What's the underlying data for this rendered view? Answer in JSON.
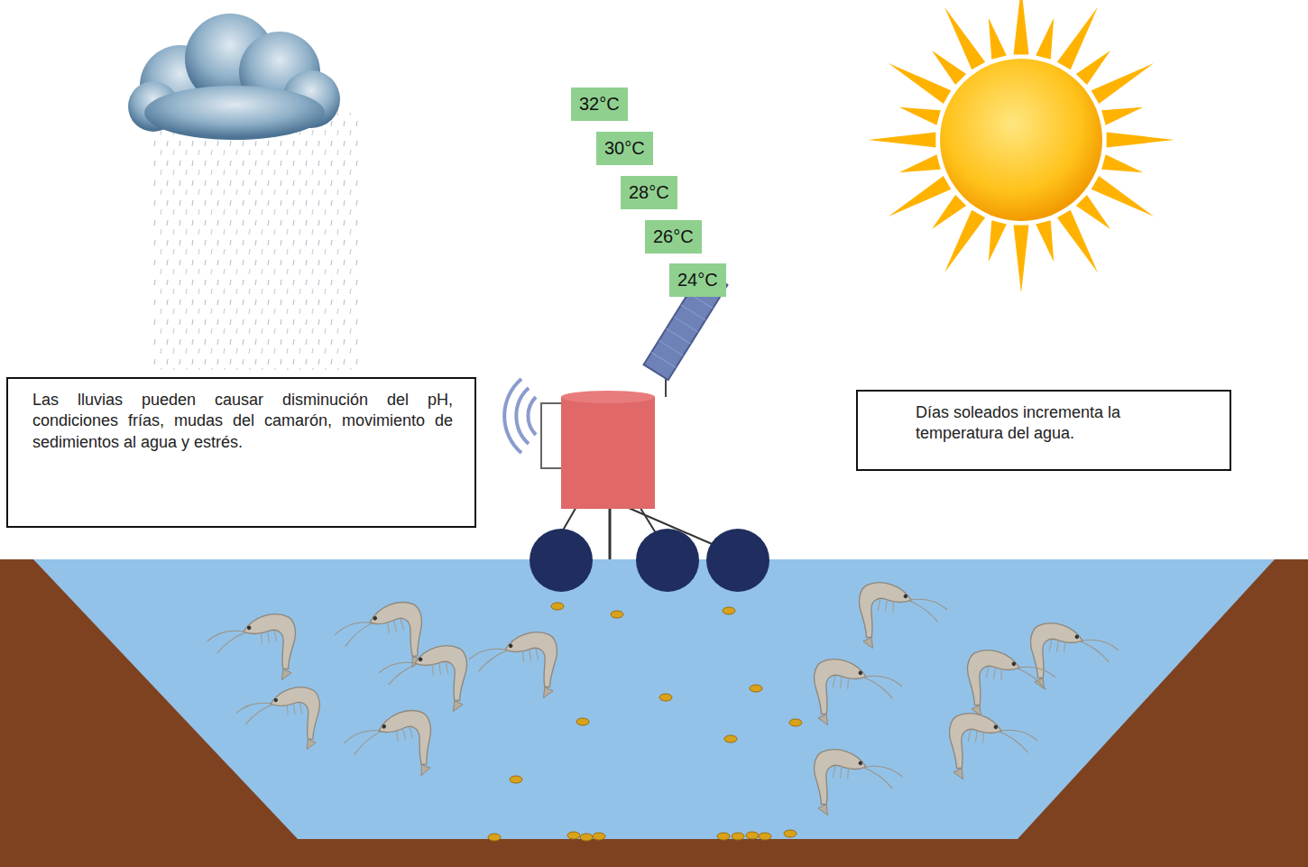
{
  "diagram": {
    "nodes": [
      {
        "text": [
          "32°C"
        ]
      },
      {
        "text": [
          "30°C"
        ]
      },
      {
        "text": [
          "28°C"
        ]
      },
      {
        "text": [
          "26°C"
        ]
      },
      {
        "text": [
          "24°C"
        ]
      },
      {
        "text": [
          "Las lluvias pueden causar disminución del pH, condiciones frías, mudas del camarón, movimiento de sedimientos al agua y estrés."
        ]
      },
      {
        "text": [
          "Días soleados incrementa la temperatura del agua."
        ]
      }
    ]
  }
}
